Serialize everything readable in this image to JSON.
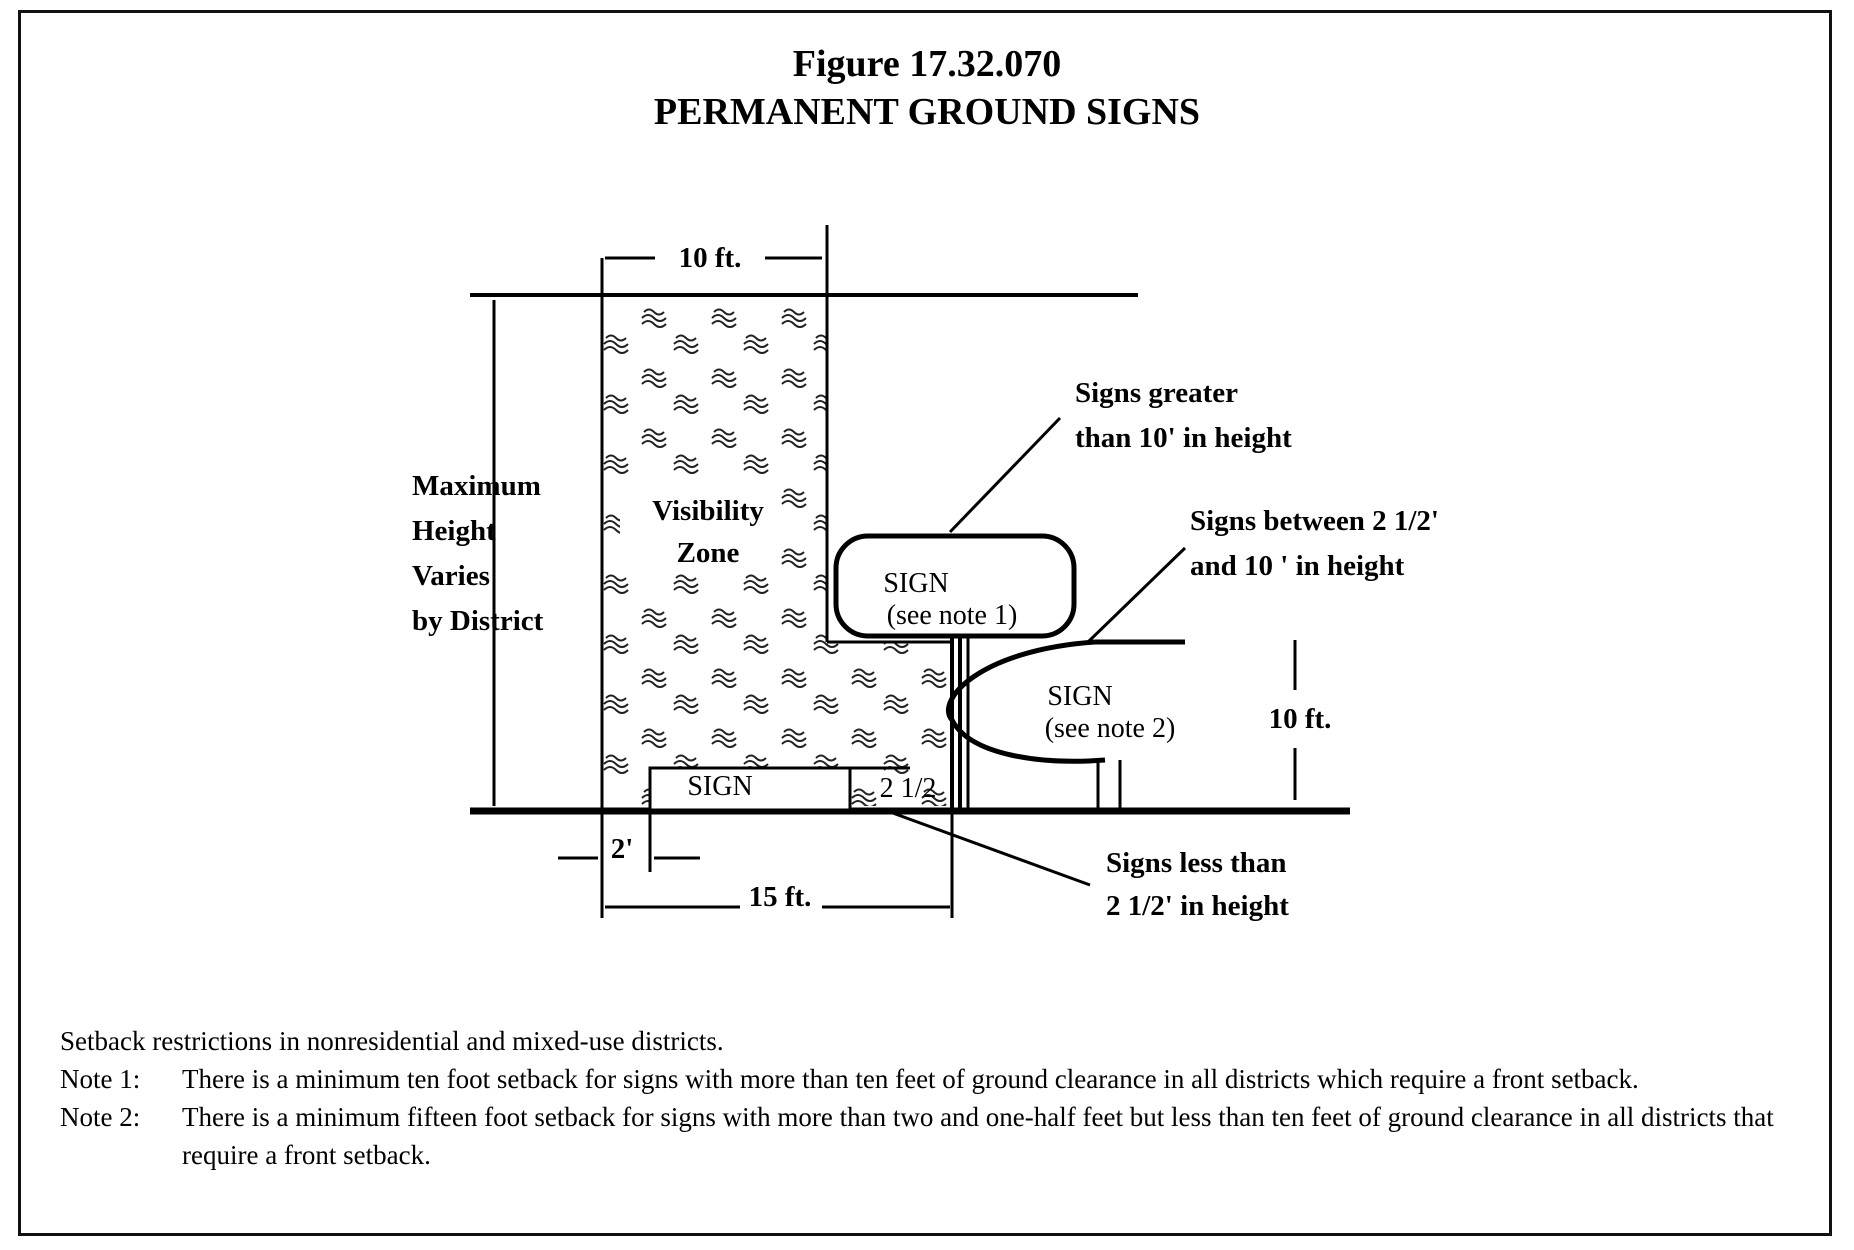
{
  "figure": {
    "number": "Figure 17.32.070",
    "title": "PERMANENT GROUND SIGNS"
  },
  "diagram": {
    "dim_top": "10 ft.",
    "max_height_lines": [
      "Maximum",
      "Height",
      "Varies",
      "by District"
    ],
    "visibility_zone_lines": [
      "Visibility",
      "Zone"
    ],
    "sign_high_lines": [
      "SIGN",
      "(see note 1)"
    ],
    "sign_mid_lines": [
      "SIGN",
      "(see note 2)"
    ],
    "sign_low": "SIGN",
    "low_height": "2 1/2",
    "dim_right": "10 ft.",
    "dim_2ft": "2'",
    "dim_15ft": "15 ft.",
    "callout_high_lines": [
      "Signs greater",
      "than 10' in height"
    ],
    "callout_mid_lines": [
      "Signs between 2 1/2'",
      "and 10 ' in height"
    ],
    "callout_low_lines": [
      "Signs less than",
      "2 1/2' in height"
    ]
  },
  "notes": {
    "intro": "Setback restrictions in nonresidential and mixed-use districts.",
    "note1_key": "Note 1:",
    "note1_text": "There is a minimum ten foot setback for signs with more than ten feet of ground clearance in all districts which require a front setback.",
    "note2_key": "Note 2:",
    "note2_text": "There is a minimum fifteen foot setback for signs with more than two and one-half feet but less than ten feet of ground clearance in all districts that require a front setback."
  }
}
